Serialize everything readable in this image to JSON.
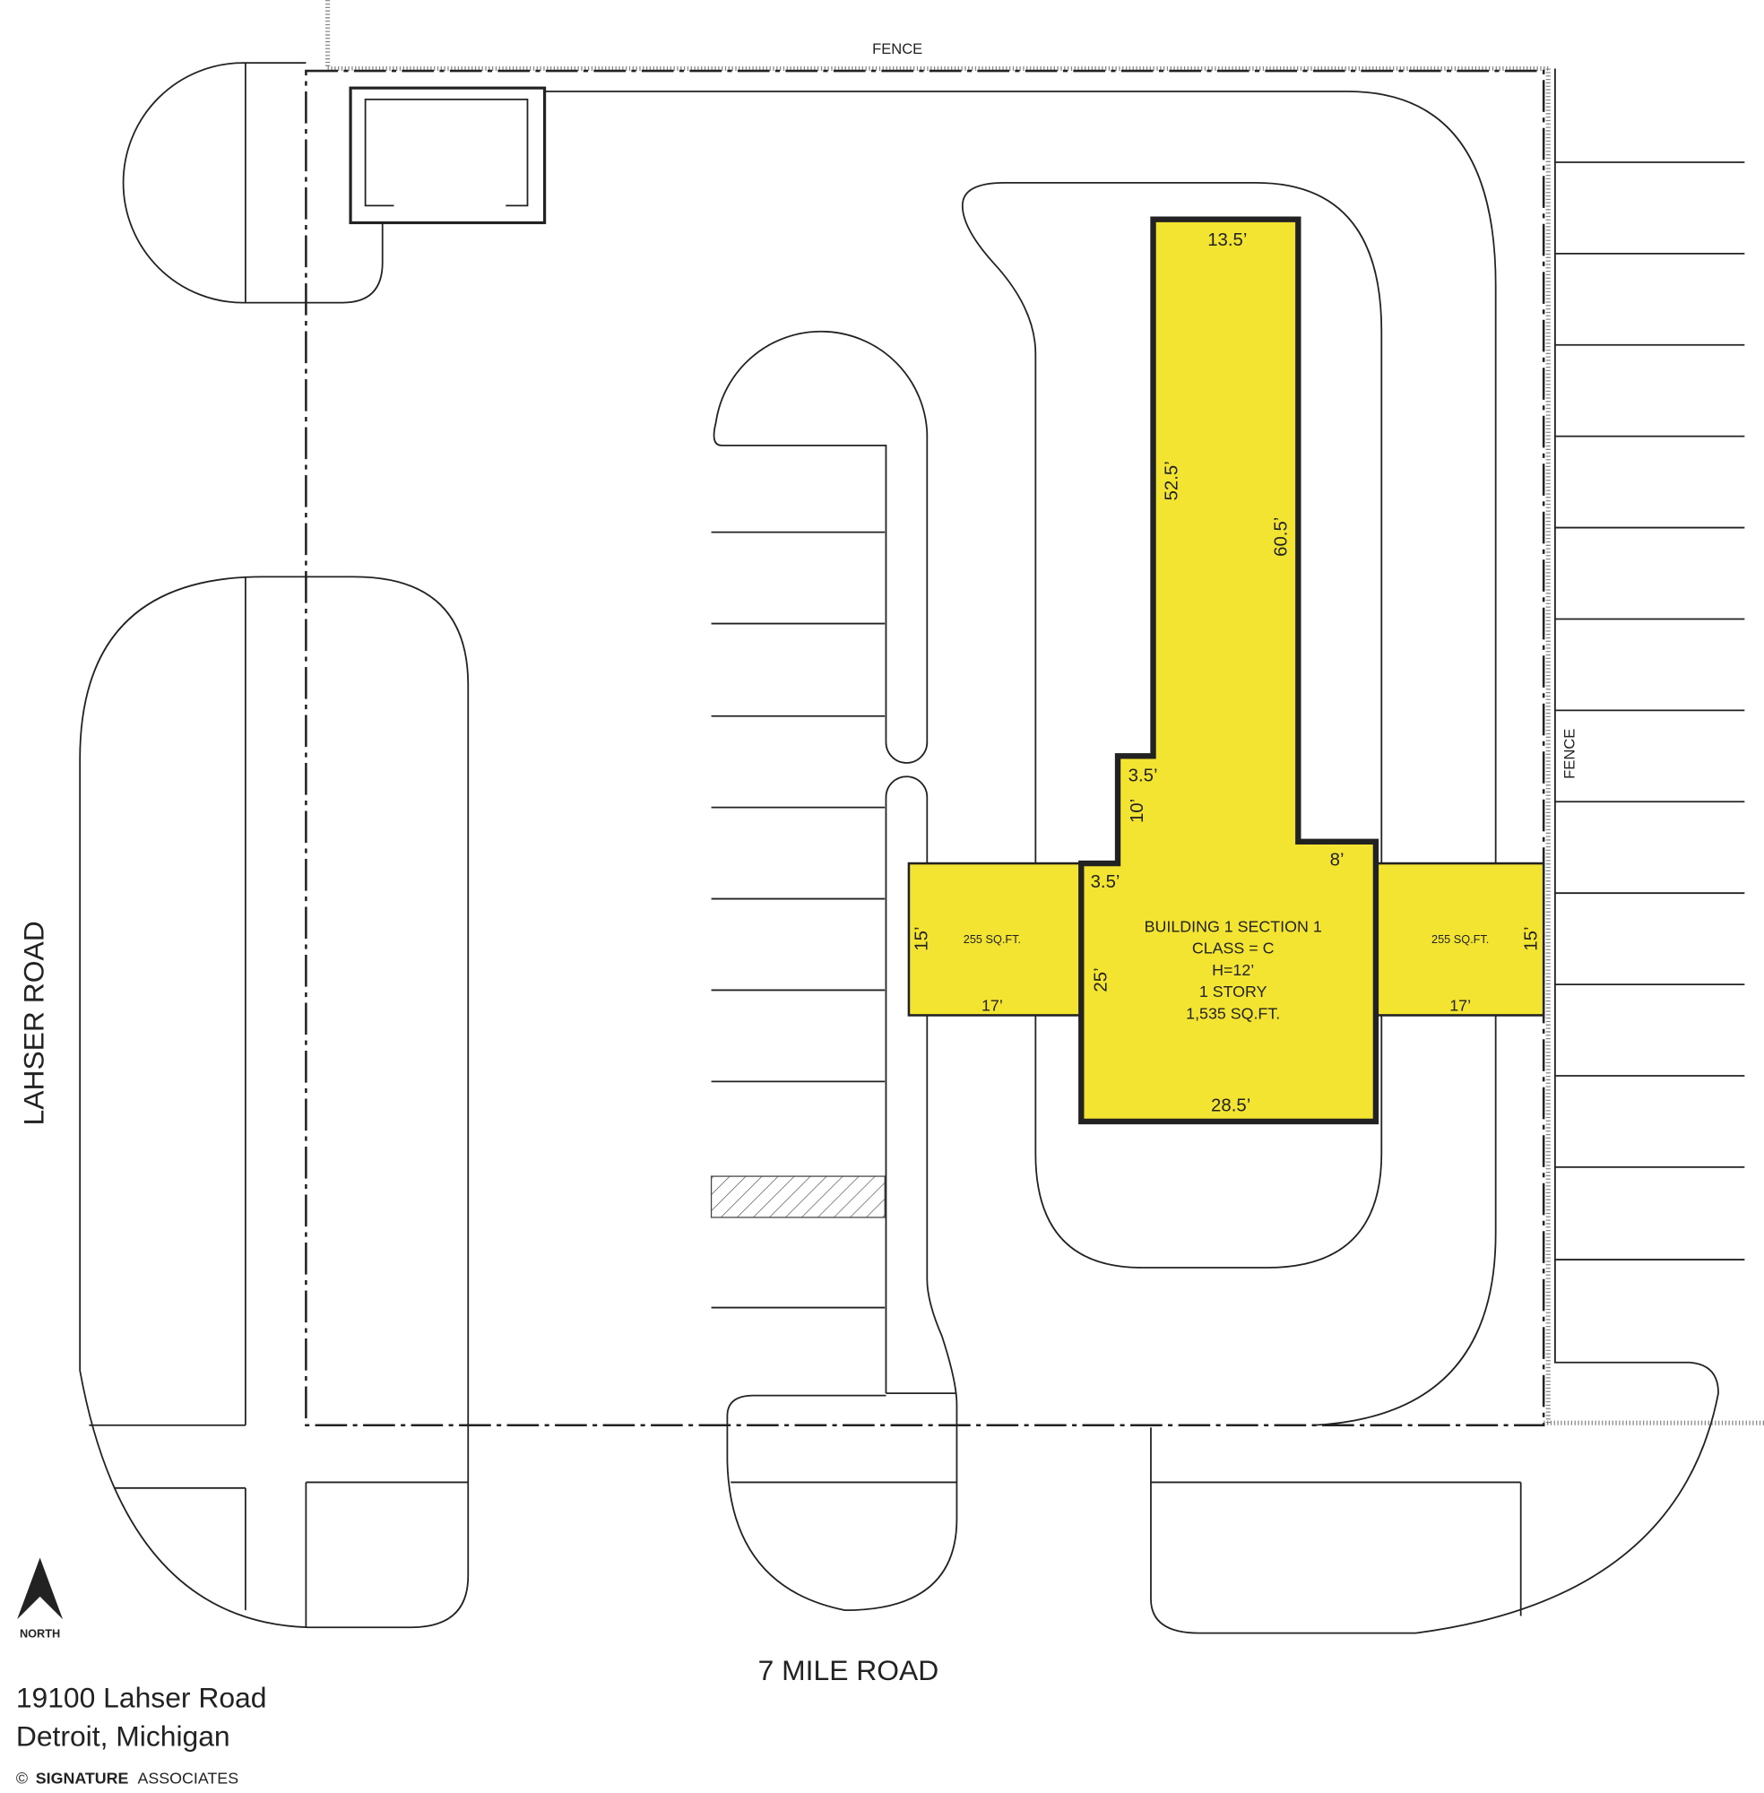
{
  "labels": {
    "fence_top": "FENCE",
    "fence_right": "FENCE",
    "road_west": "LAHSER ROAD",
    "road_south": "7 MILE ROAD",
    "north": "NORTH"
  },
  "building": {
    "lines": [
      "BUILDING 1 SECTION 1",
      "CLASS = C",
      "H=12’",
      "1 STORY",
      "1,535 SQ.FT."
    ],
    "dims": {
      "top": "13.5’",
      "left_upper": "52.5’",
      "right": "60.5’",
      "step_top": "3.5’",
      "step_side": "10’",
      "step_lower": "3.5’",
      "right_step": "8’",
      "left_lower": "25’",
      "bottom": "28.5’"
    }
  },
  "wings": {
    "left": {
      "area": "255 SQ.FT.",
      "height": "15’",
      "width": "17’"
    },
    "right": {
      "area": "255 SQ.FT.",
      "height": "15’",
      "width": "17’"
    }
  },
  "footer": {
    "address_line1": "19100 Lahser Road",
    "address_line2": "Detroit, Michigan",
    "copyright": "©",
    "brand_bold": "SIGNATURE",
    "brand_light": "ASSOCIATES"
  },
  "colors": {
    "building": "#f4e432",
    "outline": "#222222"
  }
}
